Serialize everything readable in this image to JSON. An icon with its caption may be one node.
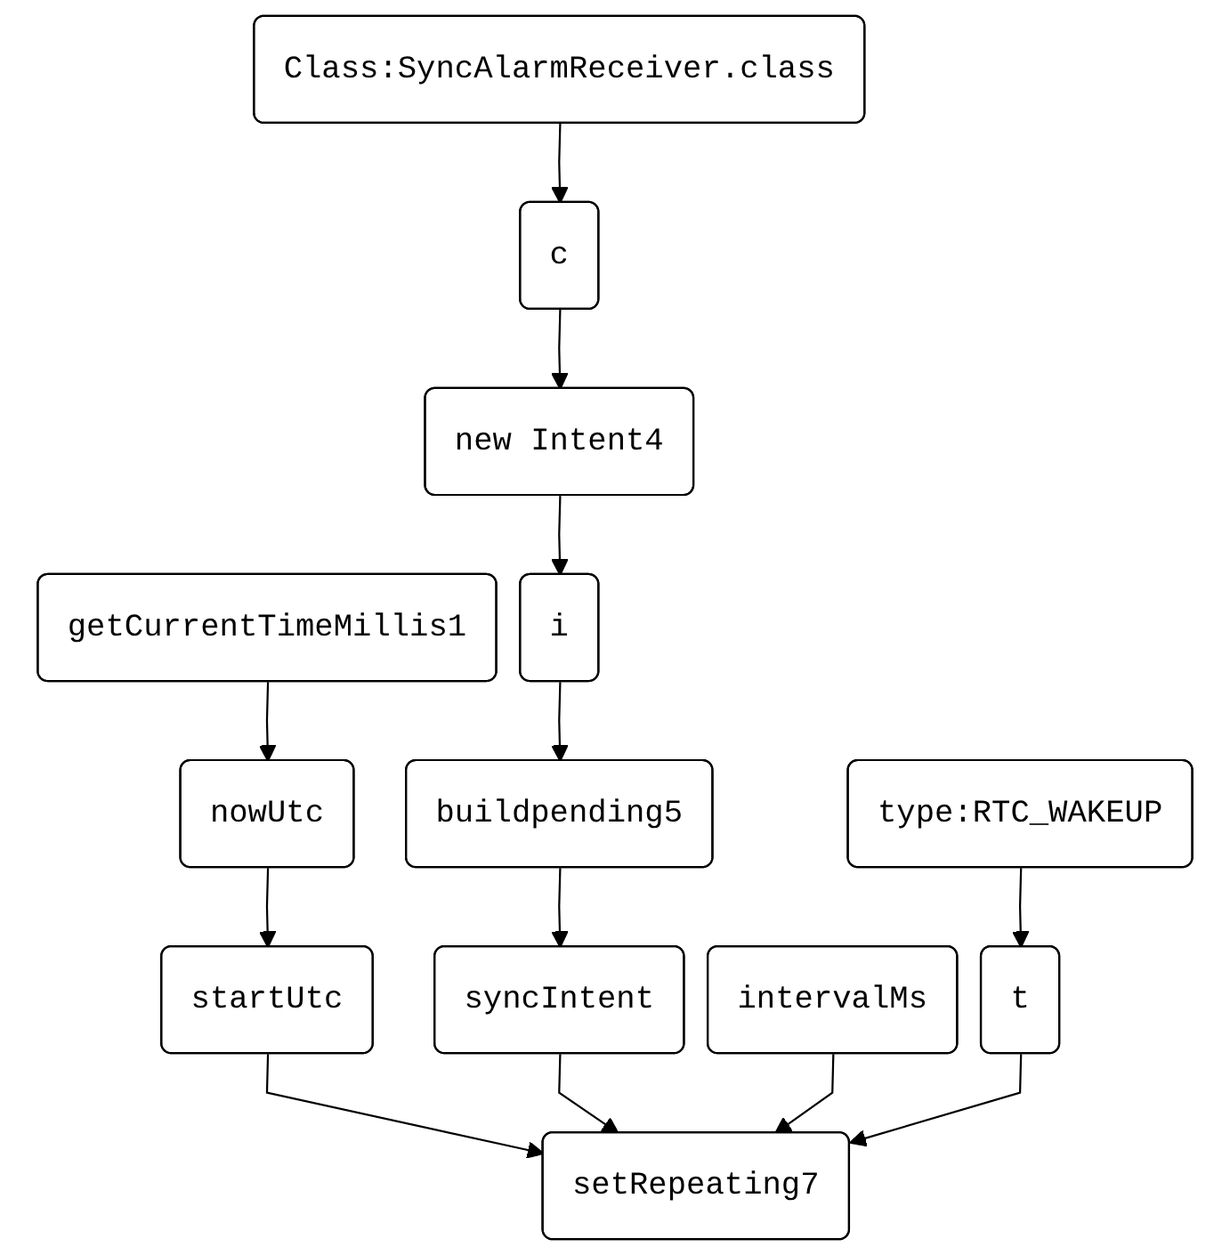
{
  "diagram": {
    "nodes": [
      {
        "text": [
          "Class:SyncAlarmReceiver.class"
        ]
      },
      {
        "text": [
          "c"
        ]
      },
      {
        "text": [
          "new Intent4"
        ]
      },
      {
        "text": [
          "getCurrentTimeMillis1"
        ]
      },
      {
        "text": [
          "i"
        ]
      },
      {
        "text": [
          "nowUtc"
        ]
      },
      {
        "text": [
          "buildpending5"
        ]
      },
      {
        "text": [
          "type:RTC_WAKEUP"
        ]
      },
      {
        "text": [
          "startUtc"
        ]
      },
      {
        "text": [
          "syncIntent"
        ]
      },
      {
        "text": [
          "intervalMs"
        ]
      },
      {
        "text": [
          "t"
        ]
      },
      {
        "text": [
          "setRepeating7"
        ]
      }
    ],
    "edges": [
      {
        "from": 0,
        "to": 1,
        "arrow": "to"
      },
      {
        "from": 1,
        "to": 2,
        "arrow": "to"
      },
      {
        "from": 2,
        "to": 4,
        "arrow": "to"
      },
      {
        "from": 3,
        "to": 5,
        "arrow": "to"
      },
      {
        "from": 4,
        "to": 6,
        "arrow": "to"
      },
      {
        "from": 7,
        "to": 11,
        "arrow": "to"
      },
      {
        "from": 5,
        "to": 8,
        "arrow": "to"
      },
      {
        "from": 6,
        "to": 9,
        "arrow": "to"
      },
      {
        "from": 8,
        "to": 12,
        "arrow": "to"
      },
      {
        "from": 9,
        "to": 12,
        "arrow": "to"
      },
      {
        "from": 10,
        "to": 12,
        "arrow": "to"
      },
      {
        "from": 11,
        "to": 12,
        "arrow": "to"
      }
    ]
  }
}
